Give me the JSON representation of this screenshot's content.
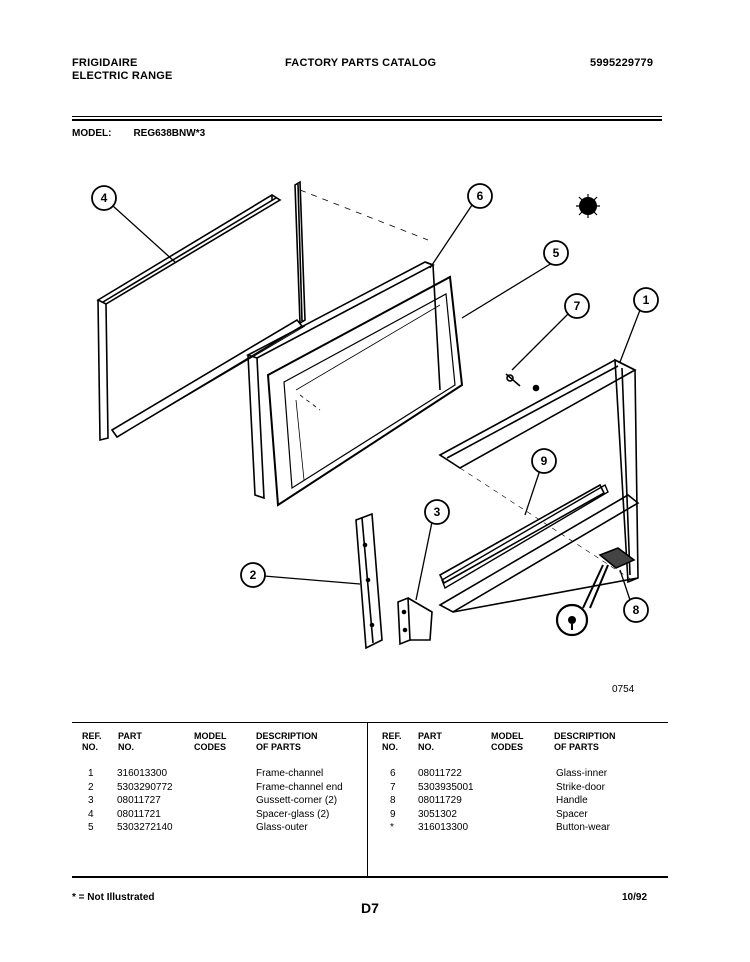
{
  "header": {
    "brand_line1": "FRIGIDAIRE",
    "brand_line2": "ELECTRIC RANGE",
    "catalog_title": "FACTORY PARTS CATALOG",
    "catalog_number": "5995229779",
    "model_label": "MODEL:",
    "model_value": "REG638BNW*3"
  },
  "diagram": {
    "callouts": [
      "4",
      "6",
      "5",
      "7",
      "1",
      "9",
      "3",
      "2",
      "8"
    ],
    "figure_number": "0754"
  },
  "table": {
    "headers": {
      "ref": [
        "REF.",
        "NO."
      ],
      "part": [
        "PART",
        "NO."
      ],
      "model": [
        "MODEL",
        "CODES"
      ],
      "desc": [
        "DESCRIPTION",
        "OF PARTS"
      ]
    },
    "left": [
      {
        "ref": "1",
        "part": "316013300",
        "desc": "Frame-channel"
      },
      {
        "ref": "2",
        "part": "5303290772",
        "desc": "Frame-channel end"
      },
      {
        "ref": "3",
        "part": "08011727",
        "desc": "Gussett-corner (2)"
      },
      {
        "ref": "4",
        "part": "08011721",
        "desc": "Spacer-glass (2)"
      },
      {
        "ref": "5",
        "part": "5303272140",
        "desc": "Glass-outer"
      }
    ],
    "right": [
      {
        "ref": "6",
        "part": "08011722",
        "desc": "Glass-inner"
      },
      {
        "ref": "7",
        "part": "5303935001",
        "desc": "Strike-door"
      },
      {
        "ref": "8",
        "part": "08011729",
        "desc": "Handle"
      },
      {
        "ref": "9",
        "part": "3051302",
        "desc": "Spacer"
      },
      {
        "ref": "*",
        "part": "316013300",
        "desc": "Button-wear"
      }
    ]
  },
  "footer": {
    "note": "* = Not Illustrated",
    "page": "D7",
    "date": "10/92"
  }
}
